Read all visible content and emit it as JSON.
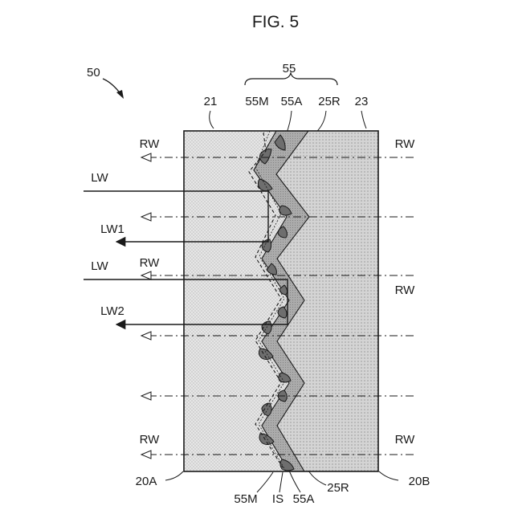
{
  "figure": {
    "title": "FIG. 5",
    "ref_main": "50",
    "ref_group": "55",
    "labels": {
      "left_region": "21",
      "right_region": "23",
      "corner_left": "20A",
      "corner_right": "20B",
      "top_55M": "55M",
      "top_55A": "55A",
      "top_25R": "25R",
      "bottom_55M": "55M",
      "bottom_IS": "IS",
      "bottom_55A": "55A",
      "bottom_25R": "25R"
    },
    "rays": {
      "rw_left_1": "RW",
      "rw_right_1": "RW",
      "rw_left_2": "RW",
      "rw_right_2": "RW",
      "rw_left_3": "RW",
      "rw_right_3": "RW",
      "lw_1": "LW",
      "lw1": "LW1",
      "lw_2": "LW",
      "lw2": "LW2"
    },
    "colors": {
      "left_fill": "#e4e4e4",
      "right_fill": "#d2d2d2",
      "band_fill": "#a9a9a9",
      "bump_fill": "#6f6f6f",
      "stroke": "#1a1a1a"
    }
  }
}
